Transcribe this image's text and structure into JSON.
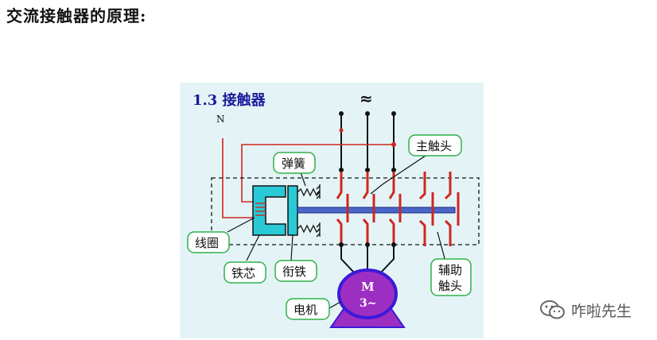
{
  "heading": "交流接触器的原理:",
  "figure": {
    "title": "1.3 接触器",
    "neutral_label": "N",
    "ac_symbol": "≈",
    "motor_label_1": "M",
    "motor_label_2": "3~",
    "callouts": {
      "spring": "弹簧",
      "main_contact": "主触头",
      "coil": "线圈",
      "iron_core": "铁芯",
      "armature": "衔铁",
      "aux_contact_1": "辅助",
      "aux_contact_2": "触头",
      "motor": "电机"
    },
    "colors": {
      "background": "#e4f4f6",
      "wire_red": "#d0261f",
      "wire_black": "#111111",
      "core_cyan": "#29c9d6",
      "rod_blue": "#4a66c9",
      "motor_fill": "#9c2fc2",
      "motor_stroke": "#3a1ad8",
      "title_blue": "#1a1a9c",
      "callout_border": "#2fb04a"
    }
  },
  "watermark": {
    "icon": "wechat-icon",
    "text": "咋啦先生"
  }
}
